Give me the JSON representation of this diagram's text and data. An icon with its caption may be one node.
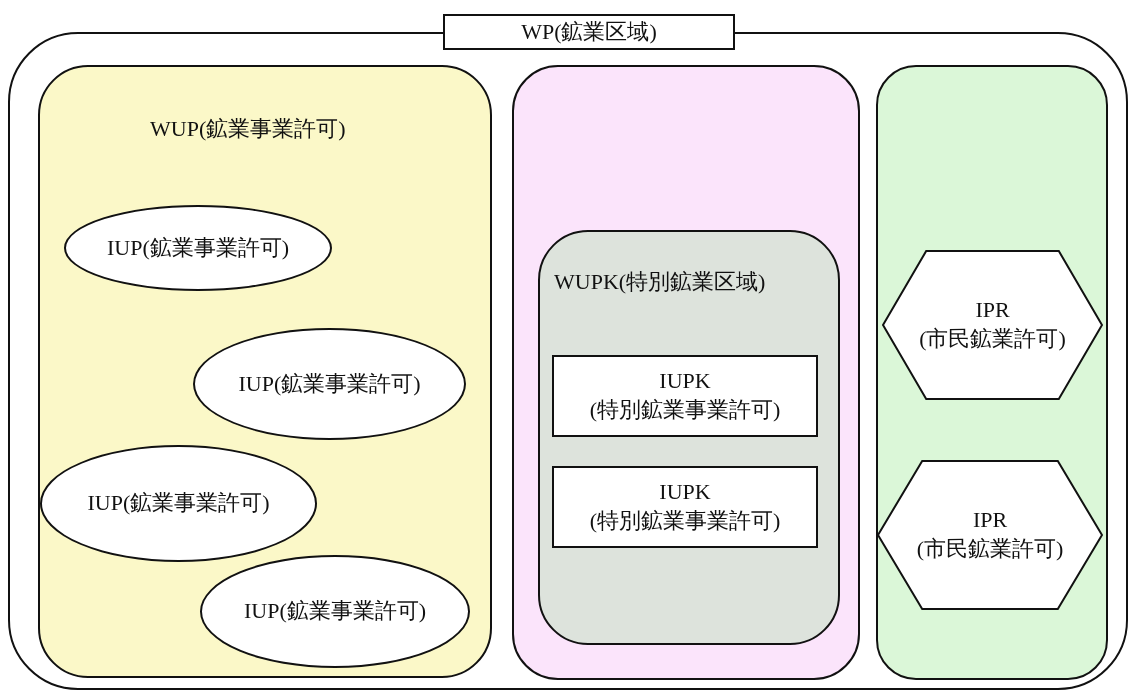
{
  "diagram": {
    "nodes": [
      {
        "text": [
          "WP(鉱業区域)"
        ]
      },
      {
        "text": [
          "WUP(鉱業事業許可)"
        ],
        "in": 0
      },
      {
        "text": [
          "IUP(鉱業事業許可)"
        ],
        "in": 1
      },
      {
        "text": [
          "IUP(鉱業事業許可)"
        ],
        "in": 1
      },
      {
        "text": [
          "IUP(鉱業事業許可)"
        ],
        "in": 1
      },
      {
        "text": [
          "IUP(鉱業事業許可)"
        ],
        "in": 1
      },
      {
        "text": [],
        "shape": "box",
        "in": 0
      },
      {
        "text": [
          "WUPK(特別鉱業区域)"
        ],
        "in": 6
      },
      {
        "text": [
          "IUPK (特別鉱業事業許可)"
        ],
        "in": 7
      },
      {
        "text": [
          "IUPK (特別鉱業事業許可)"
        ],
        "in": 7
      },
      {
        "text": [],
        "shape": "box",
        "in": 0
      },
      {
        "text": [
          "IPR (市民鉱業許可)"
        ],
        "in": 10
      },
      {
        "text": [
          "IPR (市民鉱業許可)"
        ],
        "in": 10
      }
    ],
    "edges": []
  }
}
